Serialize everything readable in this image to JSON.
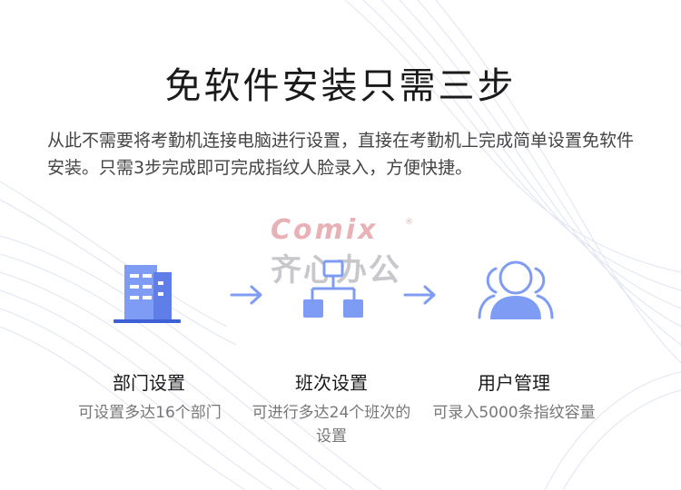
{
  "title": "免软件安装只需三步",
  "intro": "从此不需要将考勤机连接电脑进行设置，直接在考勤机上完成简单设置免软件安装。只需3步完成即可完成指纹人脸录入，方便快捷。",
  "watermark": {
    "brand_en": "Comix",
    "reg_mark": "®",
    "brand_cn": "齐心办公",
    "en_color": "#e8b1b6",
    "cn_color": "#c7c7cc"
  },
  "accent_color": "#6f8ef0",
  "steps": [
    {
      "icon": "building-icon",
      "title": "部门设置",
      "desc": "可设置多达16个部门"
    },
    {
      "icon": "org-chart-icon",
      "title": "班次设置",
      "desc": "可进行多达24个班次的设置"
    },
    {
      "icon": "users-icon",
      "title": "用户管理",
      "desc": "可录入5000条指纹容量"
    }
  ]
}
